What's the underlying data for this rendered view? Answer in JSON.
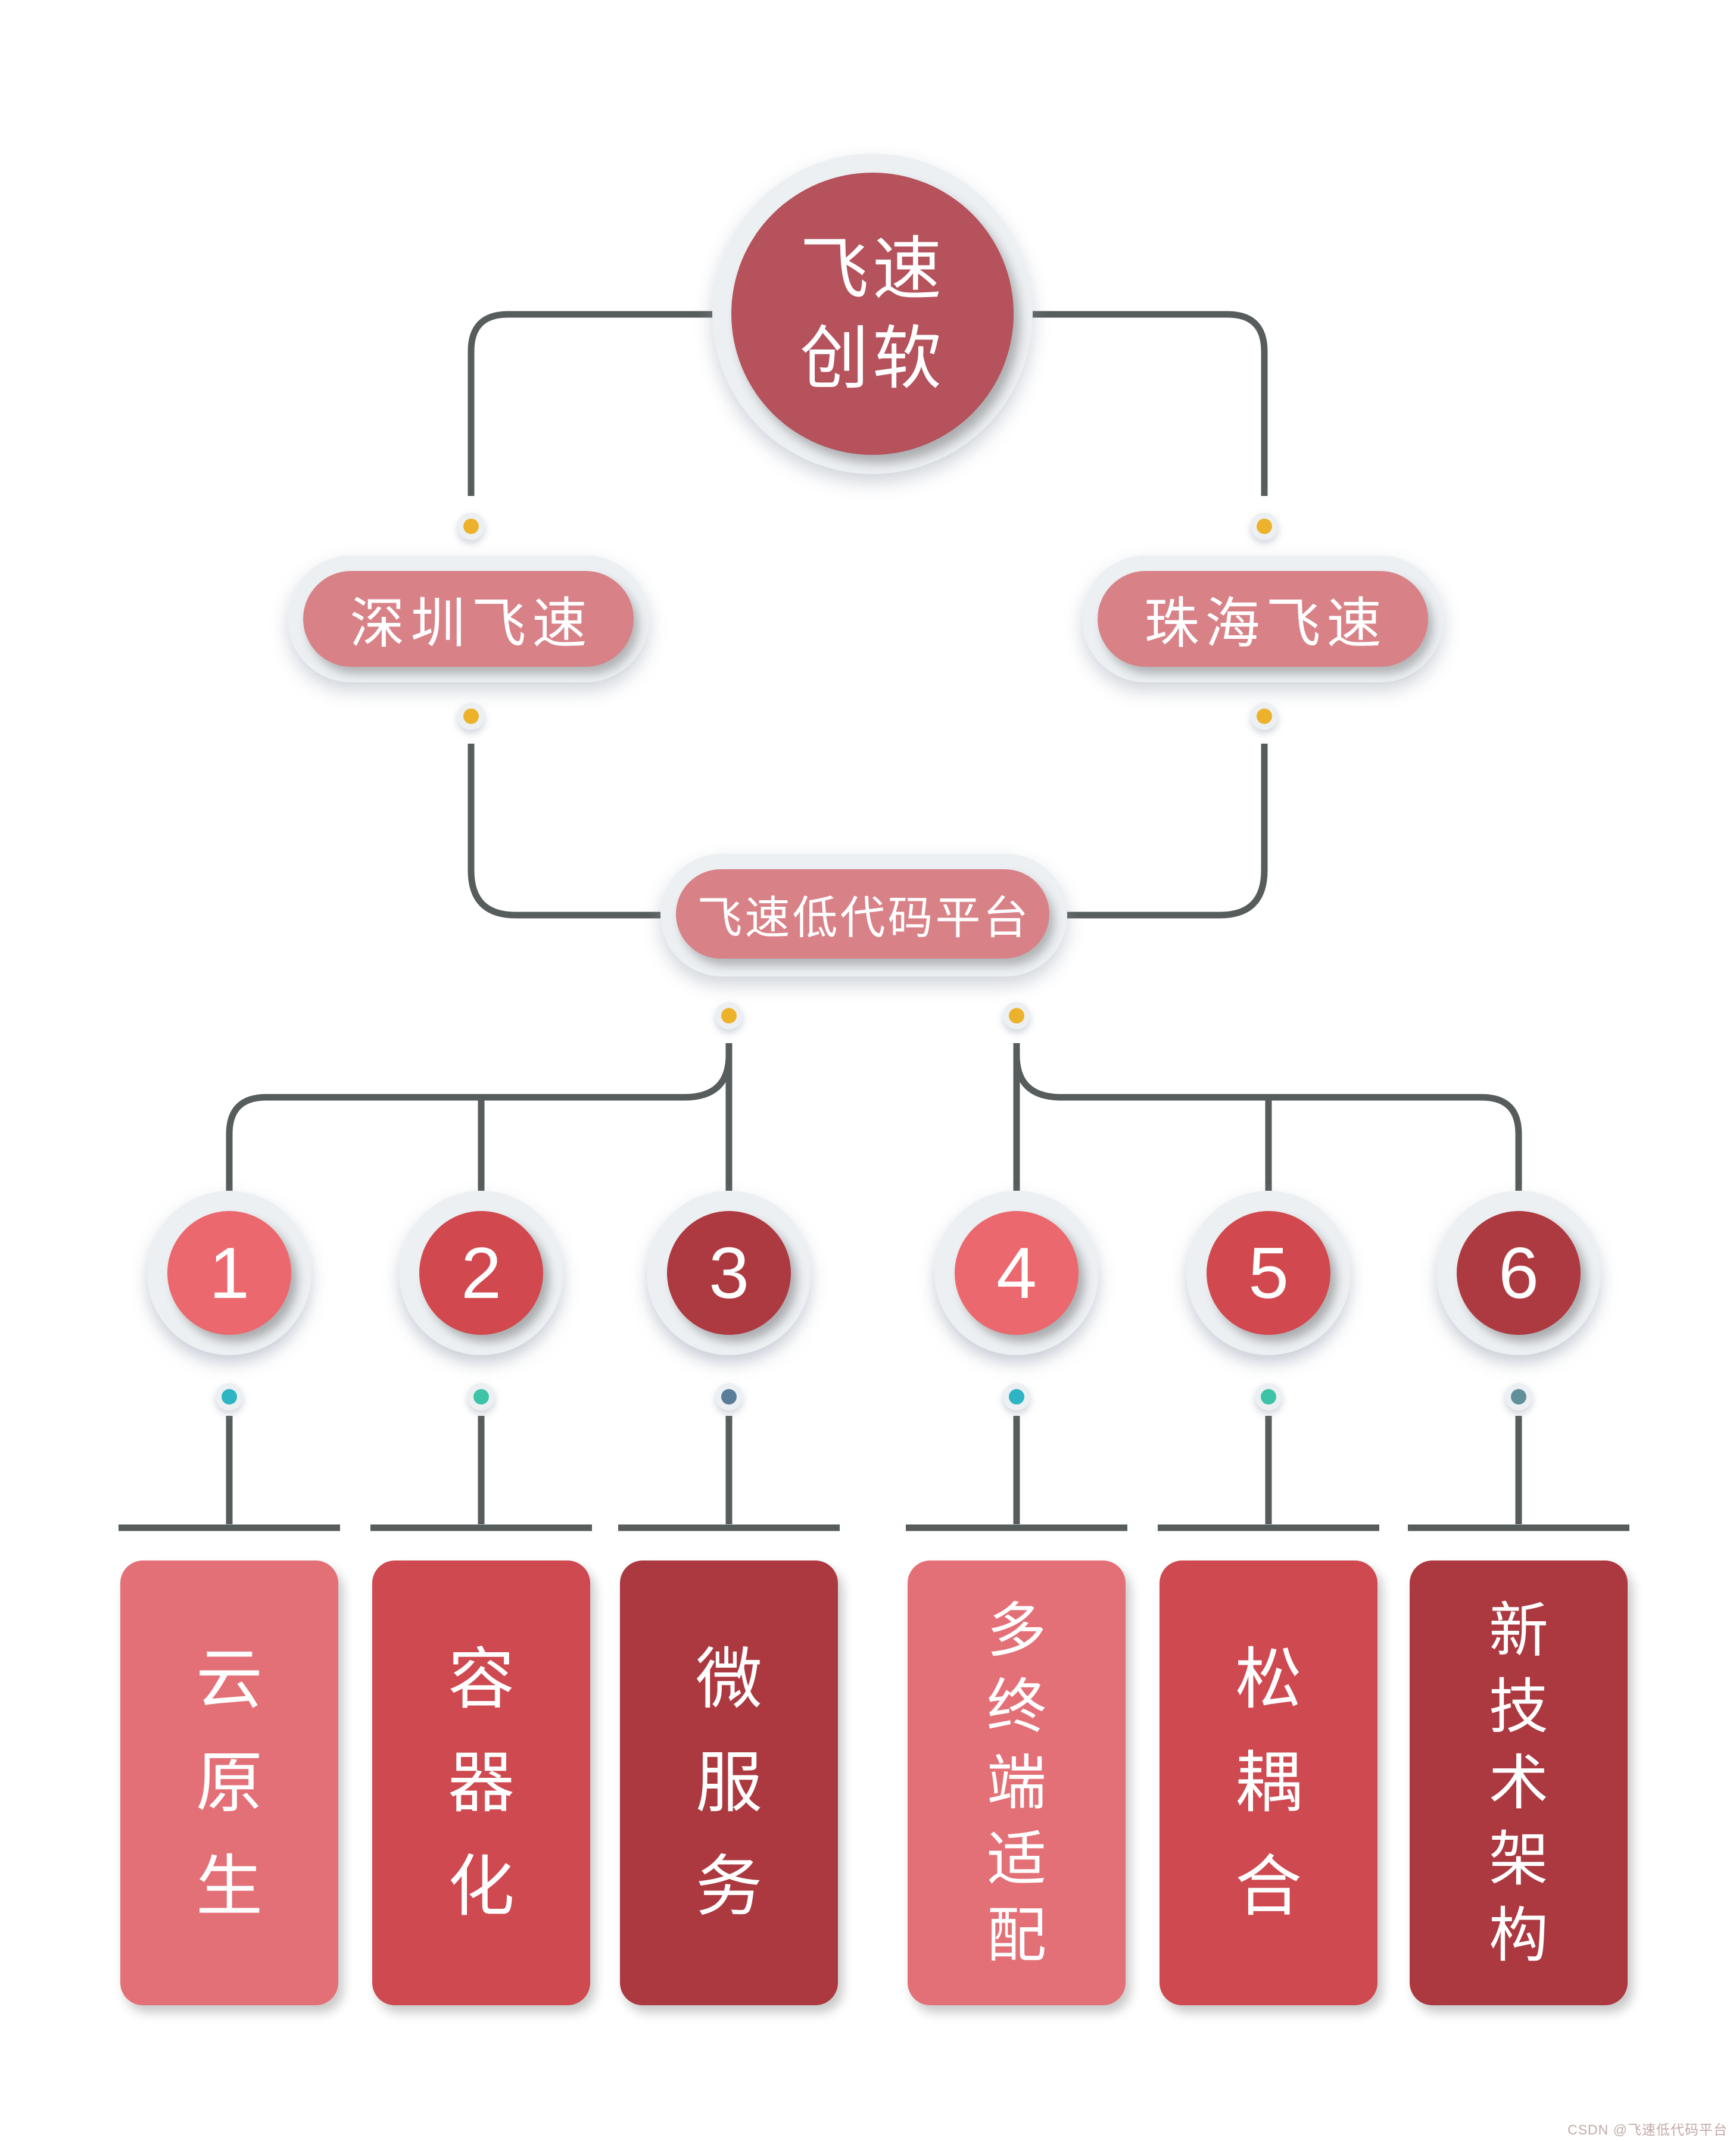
{
  "root": {
    "lines": [
      "飞速",
      "创软"
    ],
    "color": "#b5525c"
  },
  "branches": [
    {
      "label": "深圳飞速",
      "color": "#d88288"
    },
    {
      "label": "珠海飞速",
      "color": "#d88288"
    }
  ],
  "platform": {
    "label": "飞速低代码平台",
    "color": "#d88288"
  },
  "features": [
    {
      "num": "1",
      "label": "云原生",
      "circle_color": "#eb696e",
      "card_color": "#e47077",
      "dot_color": "#2fb4c4"
    },
    {
      "num": "2",
      "label": "容器化",
      "circle_color": "#d1494f",
      "card_color": "#ce4950",
      "dot_color": "#3ec3a6"
    },
    {
      "num": "3",
      "label": "微服务",
      "circle_color": "#ae3a41",
      "card_color": "#ac3940",
      "dot_color": "#5a7d99"
    },
    {
      "num": "4",
      "label": "多终端适配",
      "circle_color": "#eb696e",
      "card_color": "#e47077",
      "dot_color": "#2fb4c4"
    },
    {
      "num": "5",
      "label": "松耦合",
      "circle_color": "#d1494f",
      "card_color": "#ce4950",
      "dot_color": "#3ec3a6"
    },
    {
      "num": "6",
      "label": "新技术架构",
      "circle_color": "#ae3a41",
      "card_color": "#ac3940",
      "dot_color": "#62909a"
    }
  ],
  "palette": {
    "connector": "#575c5c",
    "halo": "#edf0f3",
    "node_dot": "#ecb22c"
  },
  "watermark": {
    "text": "CSDN @飞速低代码平台"
  }
}
